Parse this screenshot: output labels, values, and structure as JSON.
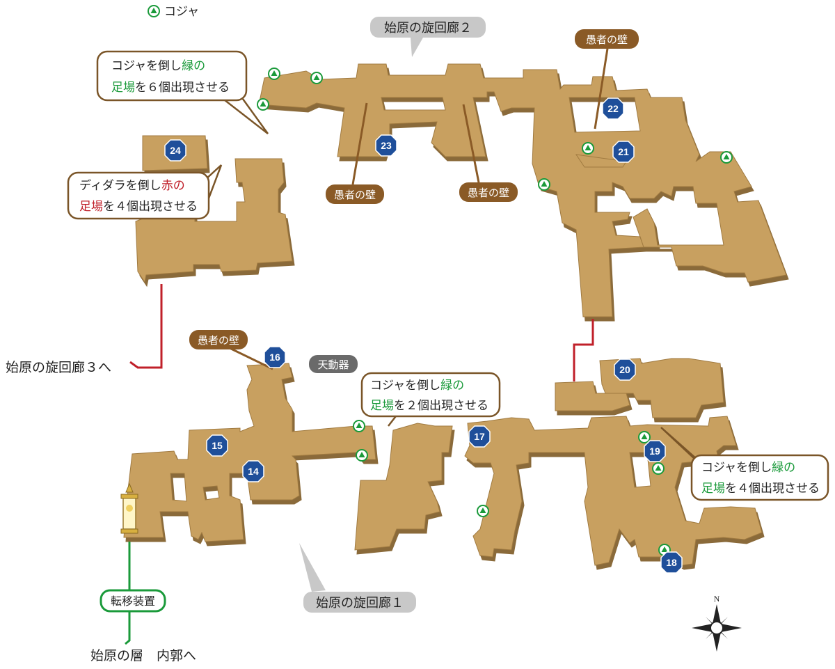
{
  "legend": {
    "label": "コジャ"
  },
  "areas": {
    "area2": "始原の旋回廊２",
    "area1": "始原の旋回廊１"
  },
  "notes": {
    "kojya6_a": "コジャを倒し",
    "kojya6_b": "緑の",
    "kojya6_c": "足場",
    "kojya6_d": "を６個出現させる",
    "didara4_a": "ディダラを倒し",
    "didara4_b": "赤の",
    "didara4_c": "足場",
    "didara4_d": "を４個出現させる",
    "kojya2_a": "コジャを倒し",
    "kojya2_b": "緑の",
    "kojya2_c": "足場",
    "kojya2_d": "を２個出現させる",
    "kojya4_a": "コジャを倒し",
    "kojya4_b": "緑の",
    "kojya4_c": "足場",
    "kojya4_d": "を４個出現させる"
  },
  "walls": {
    "w1": "愚者の壁",
    "w2": "愚者の壁",
    "w3": "愚者の壁",
    "w4": "愚者の壁"
  },
  "devices": {
    "tendouki": "天動器",
    "teleport": "転移装置"
  },
  "exits": {
    "to3": "始原の旋回廊３へ",
    "inner": "始原の層　内郭へ"
  },
  "markers": {
    "m14": "14",
    "m15": "15",
    "m16": "16",
    "m17": "17",
    "m18": "18",
    "m19": "19",
    "m20": "20",
    "m21": "21",
    "m22": "22",
    "m23": "23",
    "m24": "24"
  },
  "compass": {
    "north": "N"
  },
  "colors": {
    "floor": "#c8a060",
    "floor_side": "#8a6a3a",
    "kojya": "#1a9a3a",
    "marker": "#1f4f9a",
    "red_path": "#c0202a",
    "green_path": "#1a9a3a",
    "callout_border": "#7a5528",
    "wall_tag": "#8a5a26"
  }
}
